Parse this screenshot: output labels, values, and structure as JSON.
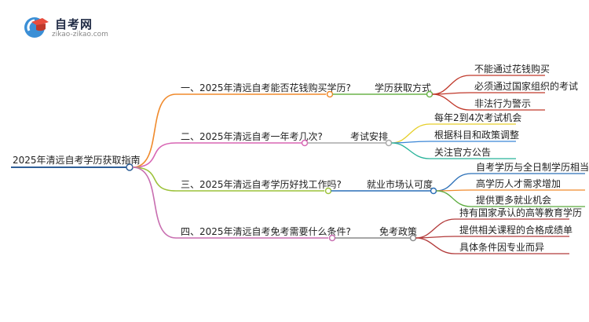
{
  "logo": {
    "title": "自考网",
    "subtitle": "zikao-zikao.com"
  },
  "root": {
    "label": "2025年清远自考学历获取指南",
    "color": "#2f5f98"
  },
  "branches": [
    {
      "label": "一、2025年清远自考能否花钱购买学历?",
      "color": "#f08a2c",
      "topic": "学历获取方式",
      "topic_color": "#6bb44a",
      "leaves": [
        "不能通过花钱购买",
        "必须通过国家组织的考试",
        "非法行为警示"
      ],
      "leaf_color": "#c0392b"
    },
    {
      "label": "二、2025年清远自考一年考几次?",
      "color": "#d866b4",
      "topic": "考试安排",
      "topic_color": "#a9a9a9",
      "leaves": [
        "每年2到4次考试机会",
        "根据科目和政策调整",
        "关注官方公告"
      ],
      "leaf_colors": [
        "#e6cf2a",
        "#3b86d6",
        "#29b39a"
      ]
    },
    {
      "label": "三、2025年清远自考学历好找工作吗?",
      "color": "#9cc23a",
      "topic": "就业市场认可度",
      "topic_color": "#2a6fb7",
      "leaves": [
        "自考学历与全日制学历相当",
        "高学历人才需求增加",
        "提供更多就业机会"
      ],
      "leaf_colors": [
        "#2a6fb7",
        "#f08a2c",
        "#5aaa3c"
      ]
    },
    {
      "label": "四、2025年清远自考免考需要什么条件?",
      "color": "#c86eb0",
      "topic": "免考政策",
      "topic_color": "#8a8a8a",
      "leaves": [
        "持有国家承认的高等教育学历",
        "提供相关课程的合格成绩单",
        "具体条件因专业而异"
      ],
      "leaf_color": "#b23a3a"
    }
  ]
}
